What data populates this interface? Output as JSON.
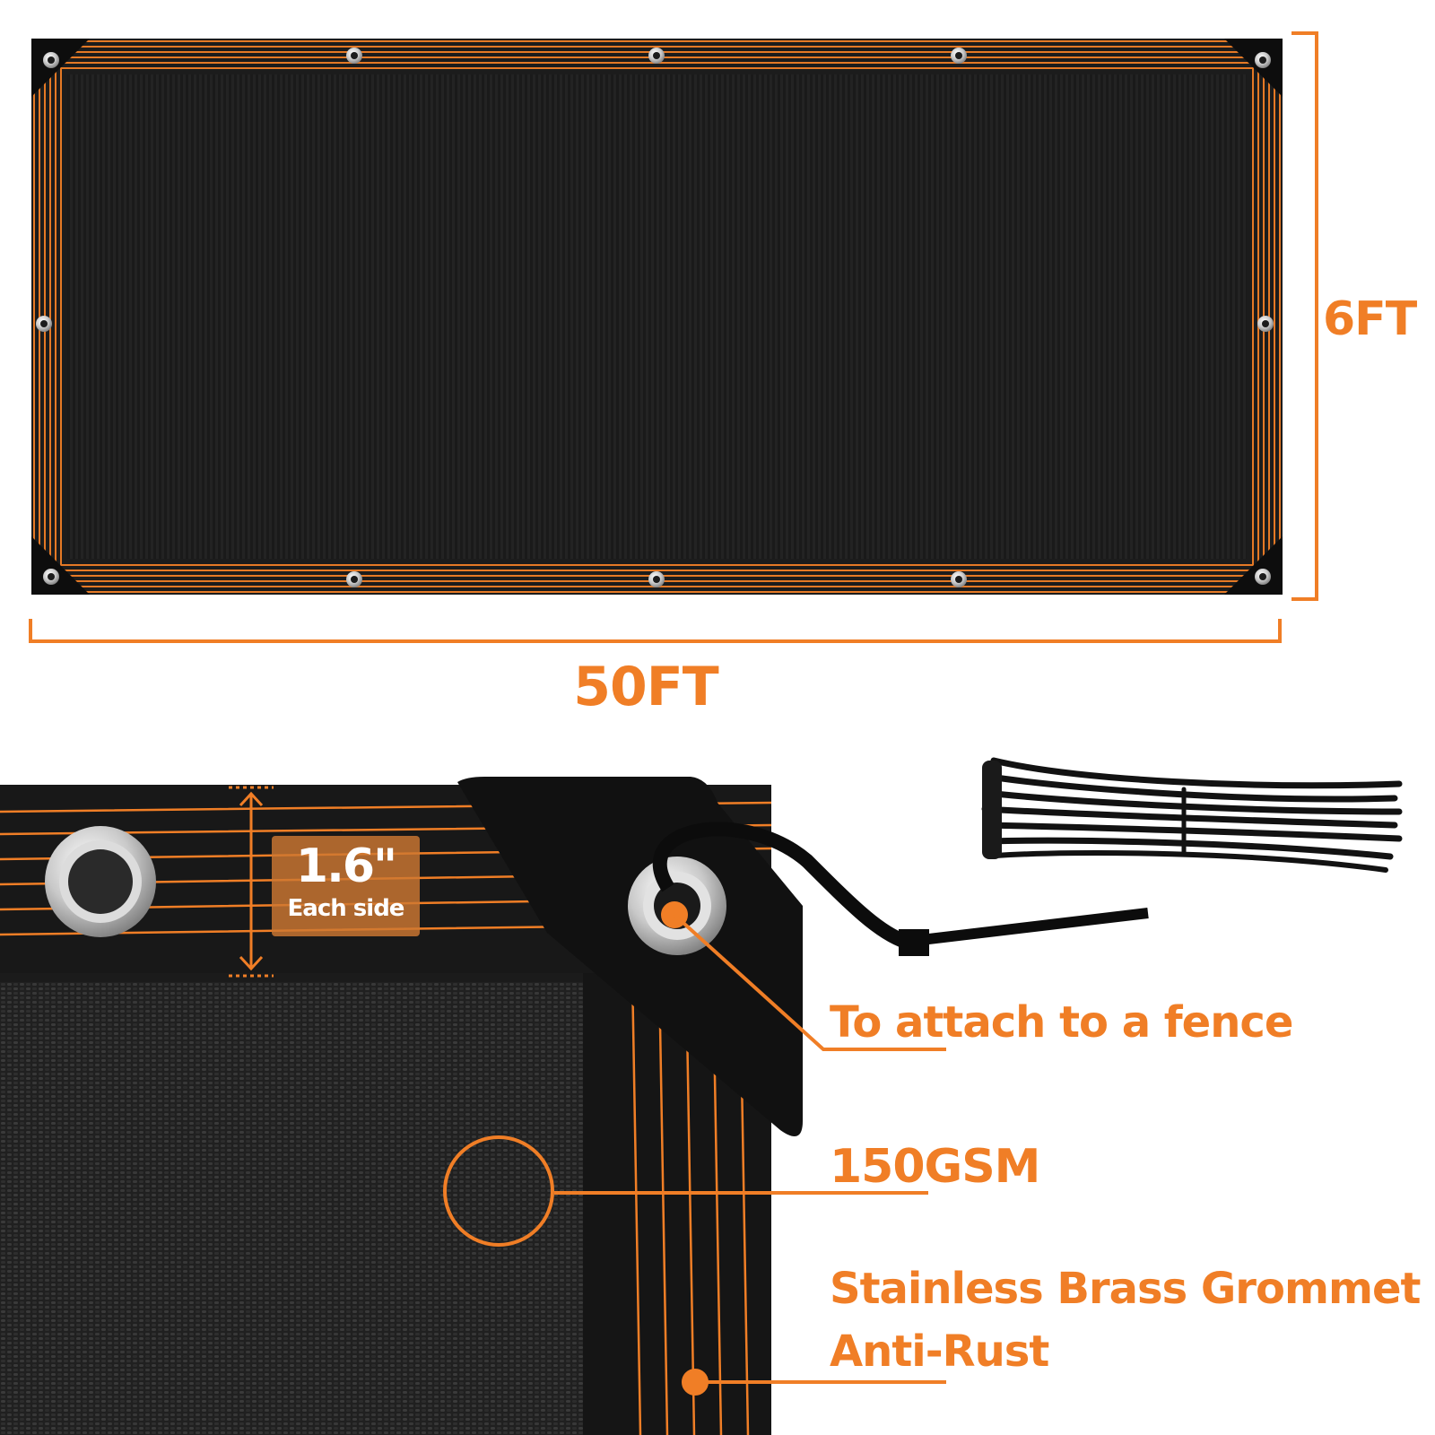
{
  "dimensions": {
    "width_label": "50FT",
    "height_label": "6FT"
  },
  "hem": {
    "value": "1.6\"",
    "note": "Each side"
  },
  "features": {
    "attach": "To attach to a fence",
    "weight": "150GSM",
    "grommet_line1": "Stainless Brass Grommet",
    "grommet_line2": "Anti-Rust"
  },
  "colors": {
    "accent": "#f07e26",
    "fabric": "#1e1e1e",
    "background": "#ffffff"
  },
  "icons": [
    "grommet-icon",
    "corner-reinforcement-icon",
    "cable-tie-icon",
    "cable-ties-bundle-icon"
  ]
}
